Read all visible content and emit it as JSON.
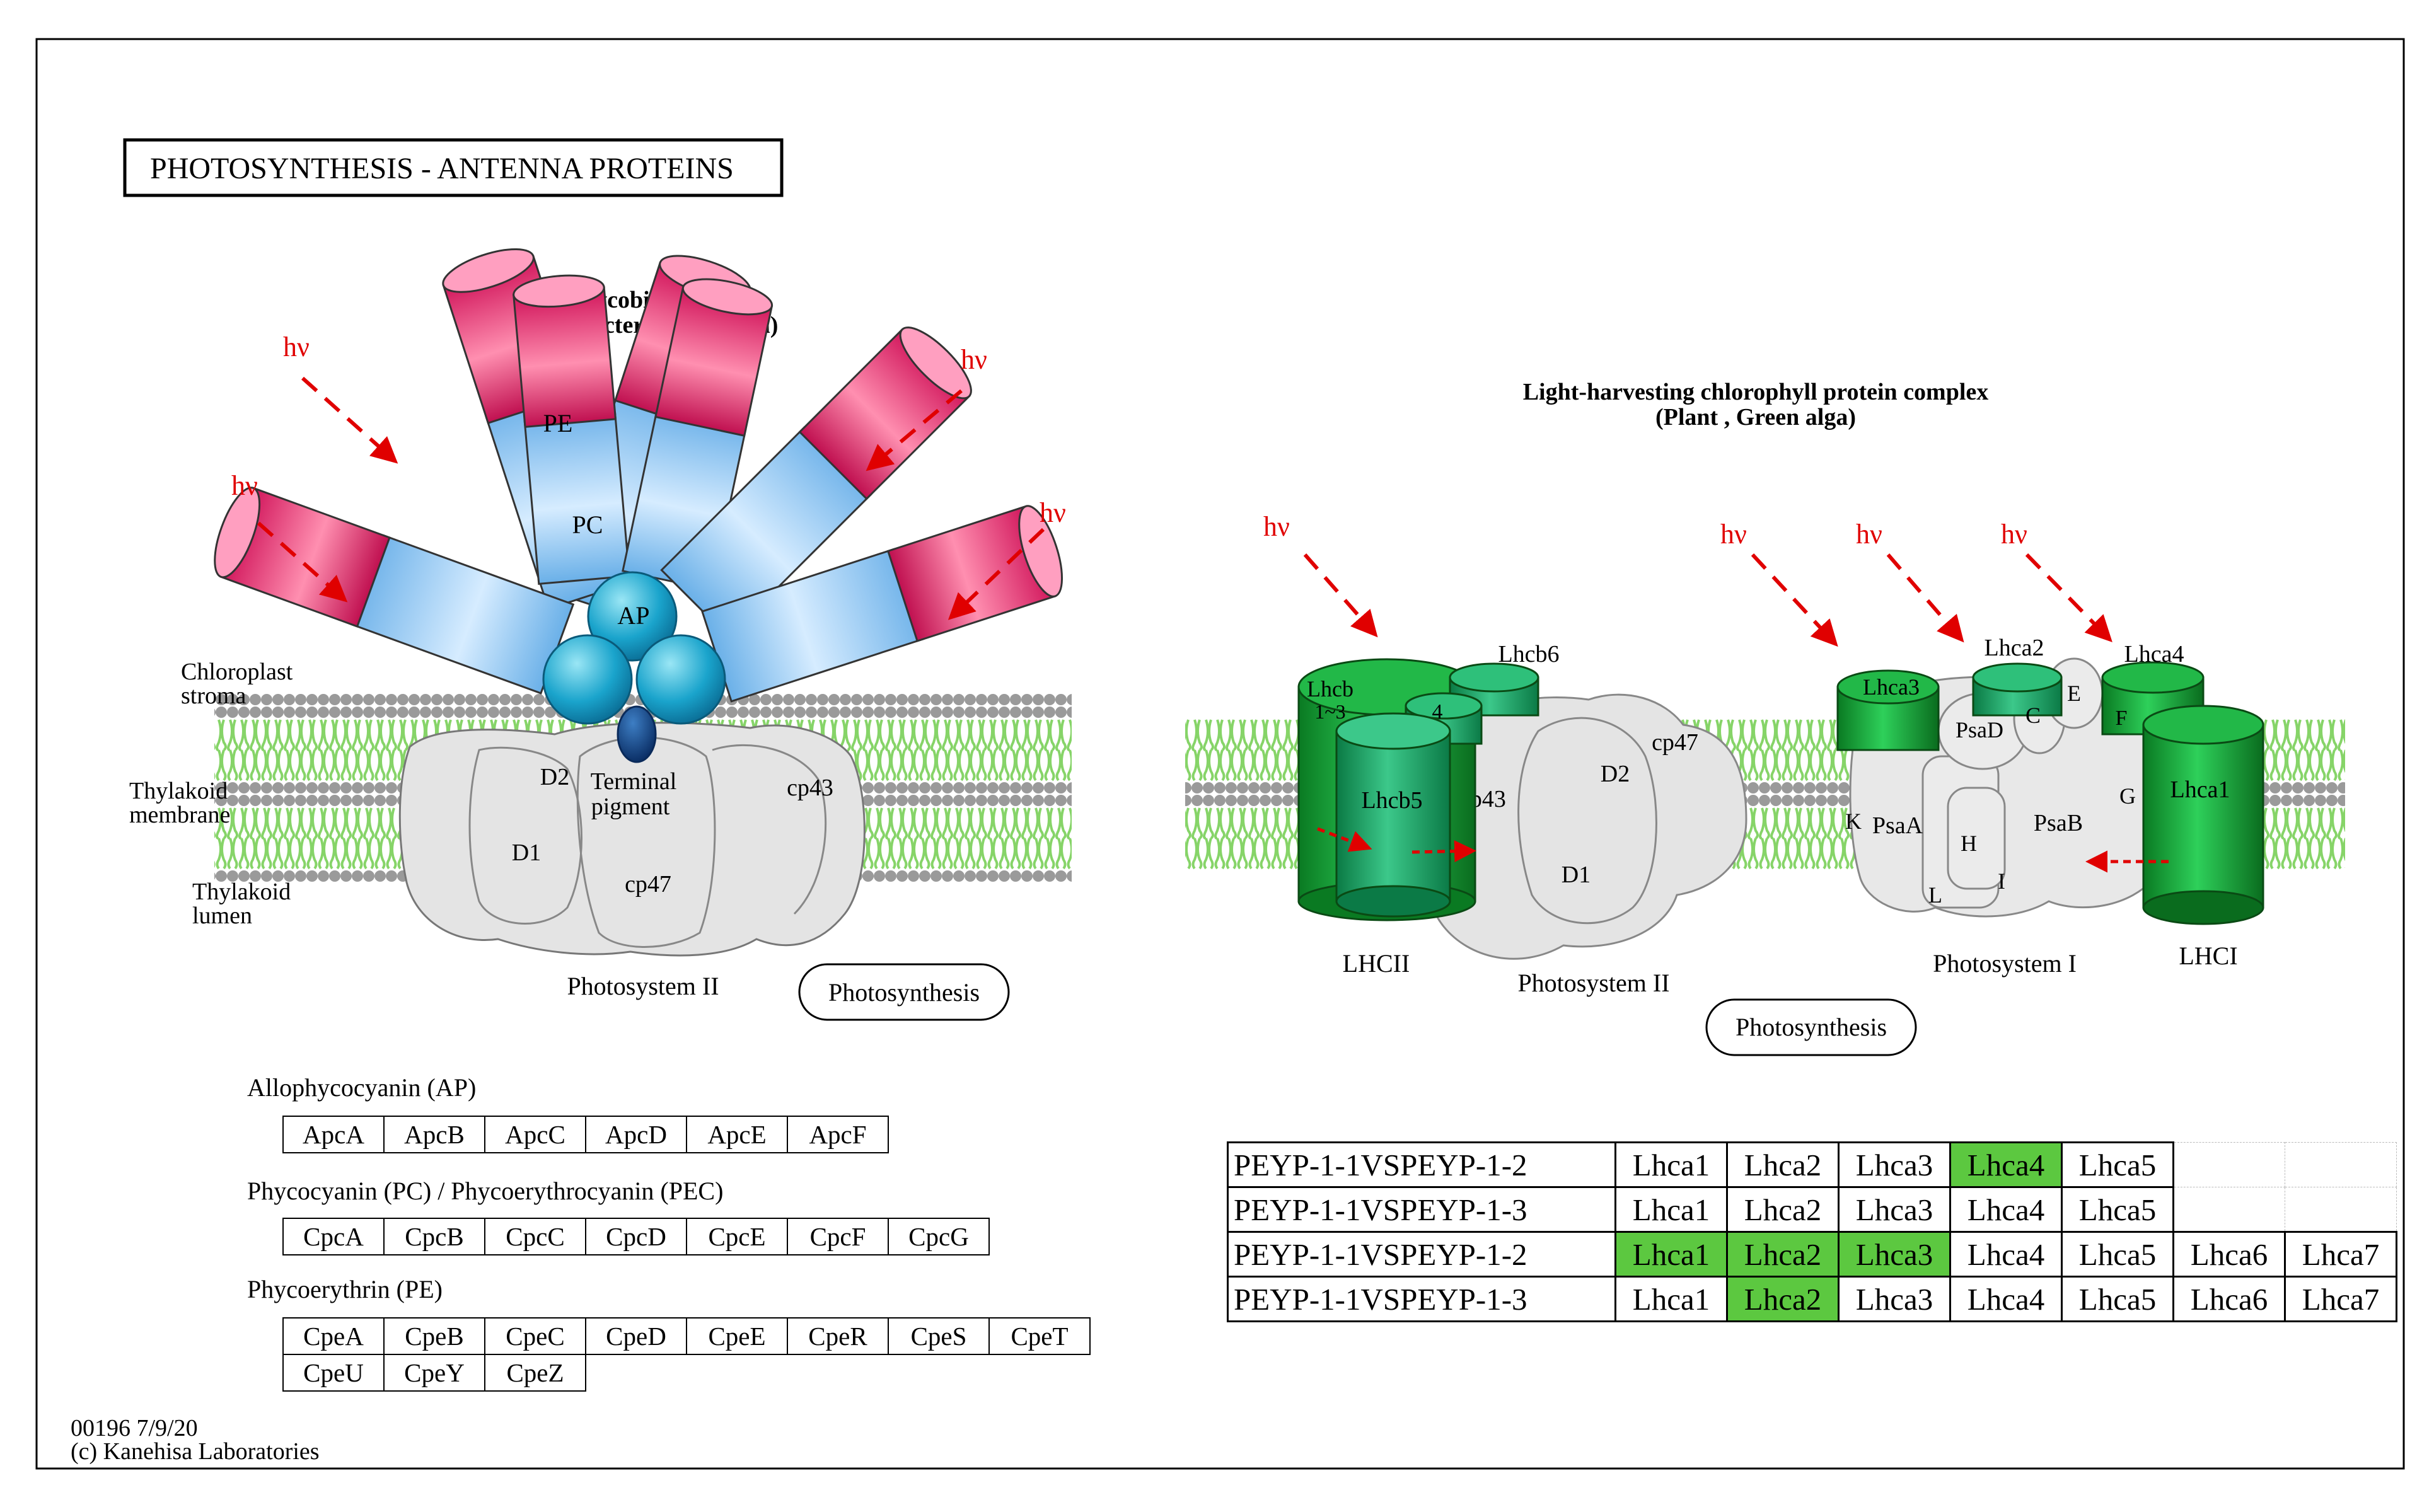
{
  "title": "PHOTOSYNTHESIS - ANTENNA PROTEINS",
  "footer": {
    "map_id": "00196 7/9/20",
    "copyright": "(c) Kanehisa Laboratories"
  },
  "phycobilisome": {
    "title": "Phycobilisome",
    "subtitle": "(Cyanobacteria , Red alga)",
    "light": "hν",
    "pe": "PE",
    "pc": "PC",
    "ap": "AP",
    "terminal_1": "Terminal",
    "terminal_2": "pigment",
    "psii_proteins": [
      "D2",
      "D1",
      "cp47",
      "cp43"
    ],
    "stroma_1": "Chloroplast",
    "stroma_2": "stroma",
    "membrane_1": "Thylakoid",
    "membrane_2": "membrane",
    "lumen_1": "Thylakoid",
    "lumen_2": "lumen",
    "psii": "Photosystem II",
    "link": "Photosynthesis"
  },
  "lhc": {
    "title": "Light-harvesting chlorophyll protein complex",
    "subtitle": "(Plant , Green alga)",
    "light": "hν",
    "lhcb13_1": "Lhcb",
    "lhcb13_2": "1~3",
    "lhcb4": "4",
    "lhcb5": "Lhcb5",
    "lhcb6": "Lhcb6",
    "lhca1": "Lhca1",
    "lhca2": "Lhca2",
    "lhca3": "Lhca3",
    "lhca4": "Lhca4",
    "psii_proteins": [
      "cp43",
      "D2",
      "D1",
      "cp47"
    ],
    "psi_subunits": [
      "PsaD",
      "C",
      "E",
      "F",
      "K",
      "PsaA",
      "H",
      "L",
      "I",
      "PsaB",
      "G"
    ],
    "lhcii": "LHCII",
    "psii": "Photosystem II",
    "psi": "Photosystem I",
    "lhci": "LHCI",
    "link": "Photosynthesis"
  },
  "gene_groups": [
    {
      "title": "Allophycocyanin (AP)",
      "rows": [
        [
          "ApcA",
          "ApcB",
          "ApcC",
          "ApcD",
          "ApcE",
          "ApcF"
        ]
      ]
    },
    {
      "title": "Phycocyanin (PC) / Phycoerythrocyanin (PEC)",
      "rows": [
        [
          "CpcA",
          "CpcB",
          "CpcC",
          "CpcD",
          "CpcE",
          "CpcF",
          "CpcG"
        ]
      ]
    },
    {
      "title": "Phycoerythrin (PE)",
      "rows": [
        [
          "CpeA",
          "CpeB",
          "CpeC",
          "CpeD",
          "CpeE",
          "CpeR",
          "CpeS",
          "CpeT"
        ],
        [
          "CpeU",
          "CpeY",
          "CpeZ"
        ]
      ]
    }
  ],
  "expression_table": {
    "highlight_color": "#5cc840",
    "rows": [
      {
        "sample": "PEYP-1-1VSPEYP-1-2",
        "genes": [
          {
            "n": "Lhca1",
            "hl": false
          },
          {
            "n": "Lhca2",
            "hl": false
          },
          {
            "n": "Lhca3",
            "hl": false
          },
          {
            "n": "Lhca4",
            "hl": true
          },
          {
            "n": "Lhca5",
            "hl": false
          }
        ]
      },
      {
        "sample": "PEYP-1-1VSPEYP-1-3",
        "genes": [
          {
            "n": "Lhca1",
            "hl": false
          },
          {
            "n": "Lhca2",
            "hl": false
          },
          {
            "n": "Lhca3",
            "hl": false
          },
          {
            "n": "Lhca4",
            "hl": false
          },
          {
            "n": "Lhca5",
            "hl": false
          }
        ]
      },
      {
        "sample": "PEYP-1-1VSPEYP-1-2",
        "genes": [
          {
            "n": "Lhca1",
            "hl": true
          },
          {
            "n": "Lhca2",
            "hl": true
          },
          {
            "n": "Lhca3",
            "hl": true
          },
          {
            "n": "Lhca4",
            "hl": false
          },
          {
            "n": "Lhca5",
            "hl": false
          },
          {
            "n": "Lhca6",
            "hl": false
          },
          {
            "n": "Lhca7",
            "hl": false
          }
        ]
      },
      {
        "sample": "PEYP-1-1VSPEYP-1-3",
        "genes": [
          {
            "n": "Lhca1",
            "hl": false
          },
          {
            "n": "Lhca2",
            "hl": true
          },
          {
            "n": "Lhca3",
            "hl": false
          },
          {
            "n": "Lhca4",
            "hl": false
          },
          {
            "n": "Lhca5",
            "hl": false
          },
          {
            "n": "Lhca6",
            "hl": false
          },
          {
            "n": "Lhca7",
            "hl": false
          }
        ]
      }
    ]
  }
}
